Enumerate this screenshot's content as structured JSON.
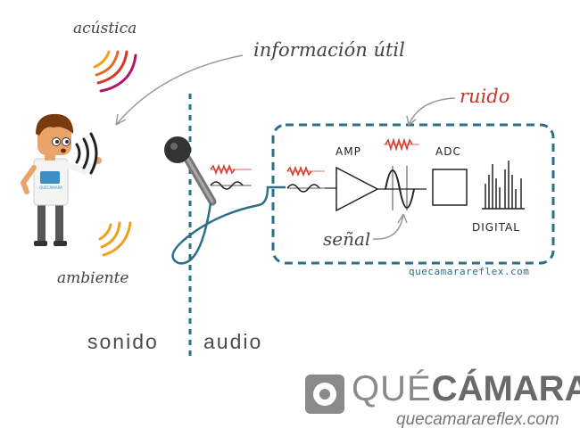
{
  "labels": {
    "acustica": "acústica",
    "informacion_util": "información útil",
    "ruido": "ruido",
    "senal": "señal",
    "ambiente": "ambiente",
    "sonido": "sonido",
    "audio": "audio"
  },
  "system": {
    "amp": "AMP",
    "adc": "ADC",
    "digital": "DIGITAL",
    "url": "quecamarareflex.com"
  },
  "shirt_logo": "QUÉCÁMARA",
  "logo": {
    "que": "QUÉ",
    "camara": "CÁMARA",
    "url": "quecamarareflex.com"
  },
  "colors": {
    "noise_red": "#c0392b",
    "dashed_blue": "#2b6f8a",
    "cable": "#2b6f8a",
    "wave_orange": "#f0a020",
    "wave_red": "#d8452f",
    "wave_magenta": "#b0156a"
  }
}
